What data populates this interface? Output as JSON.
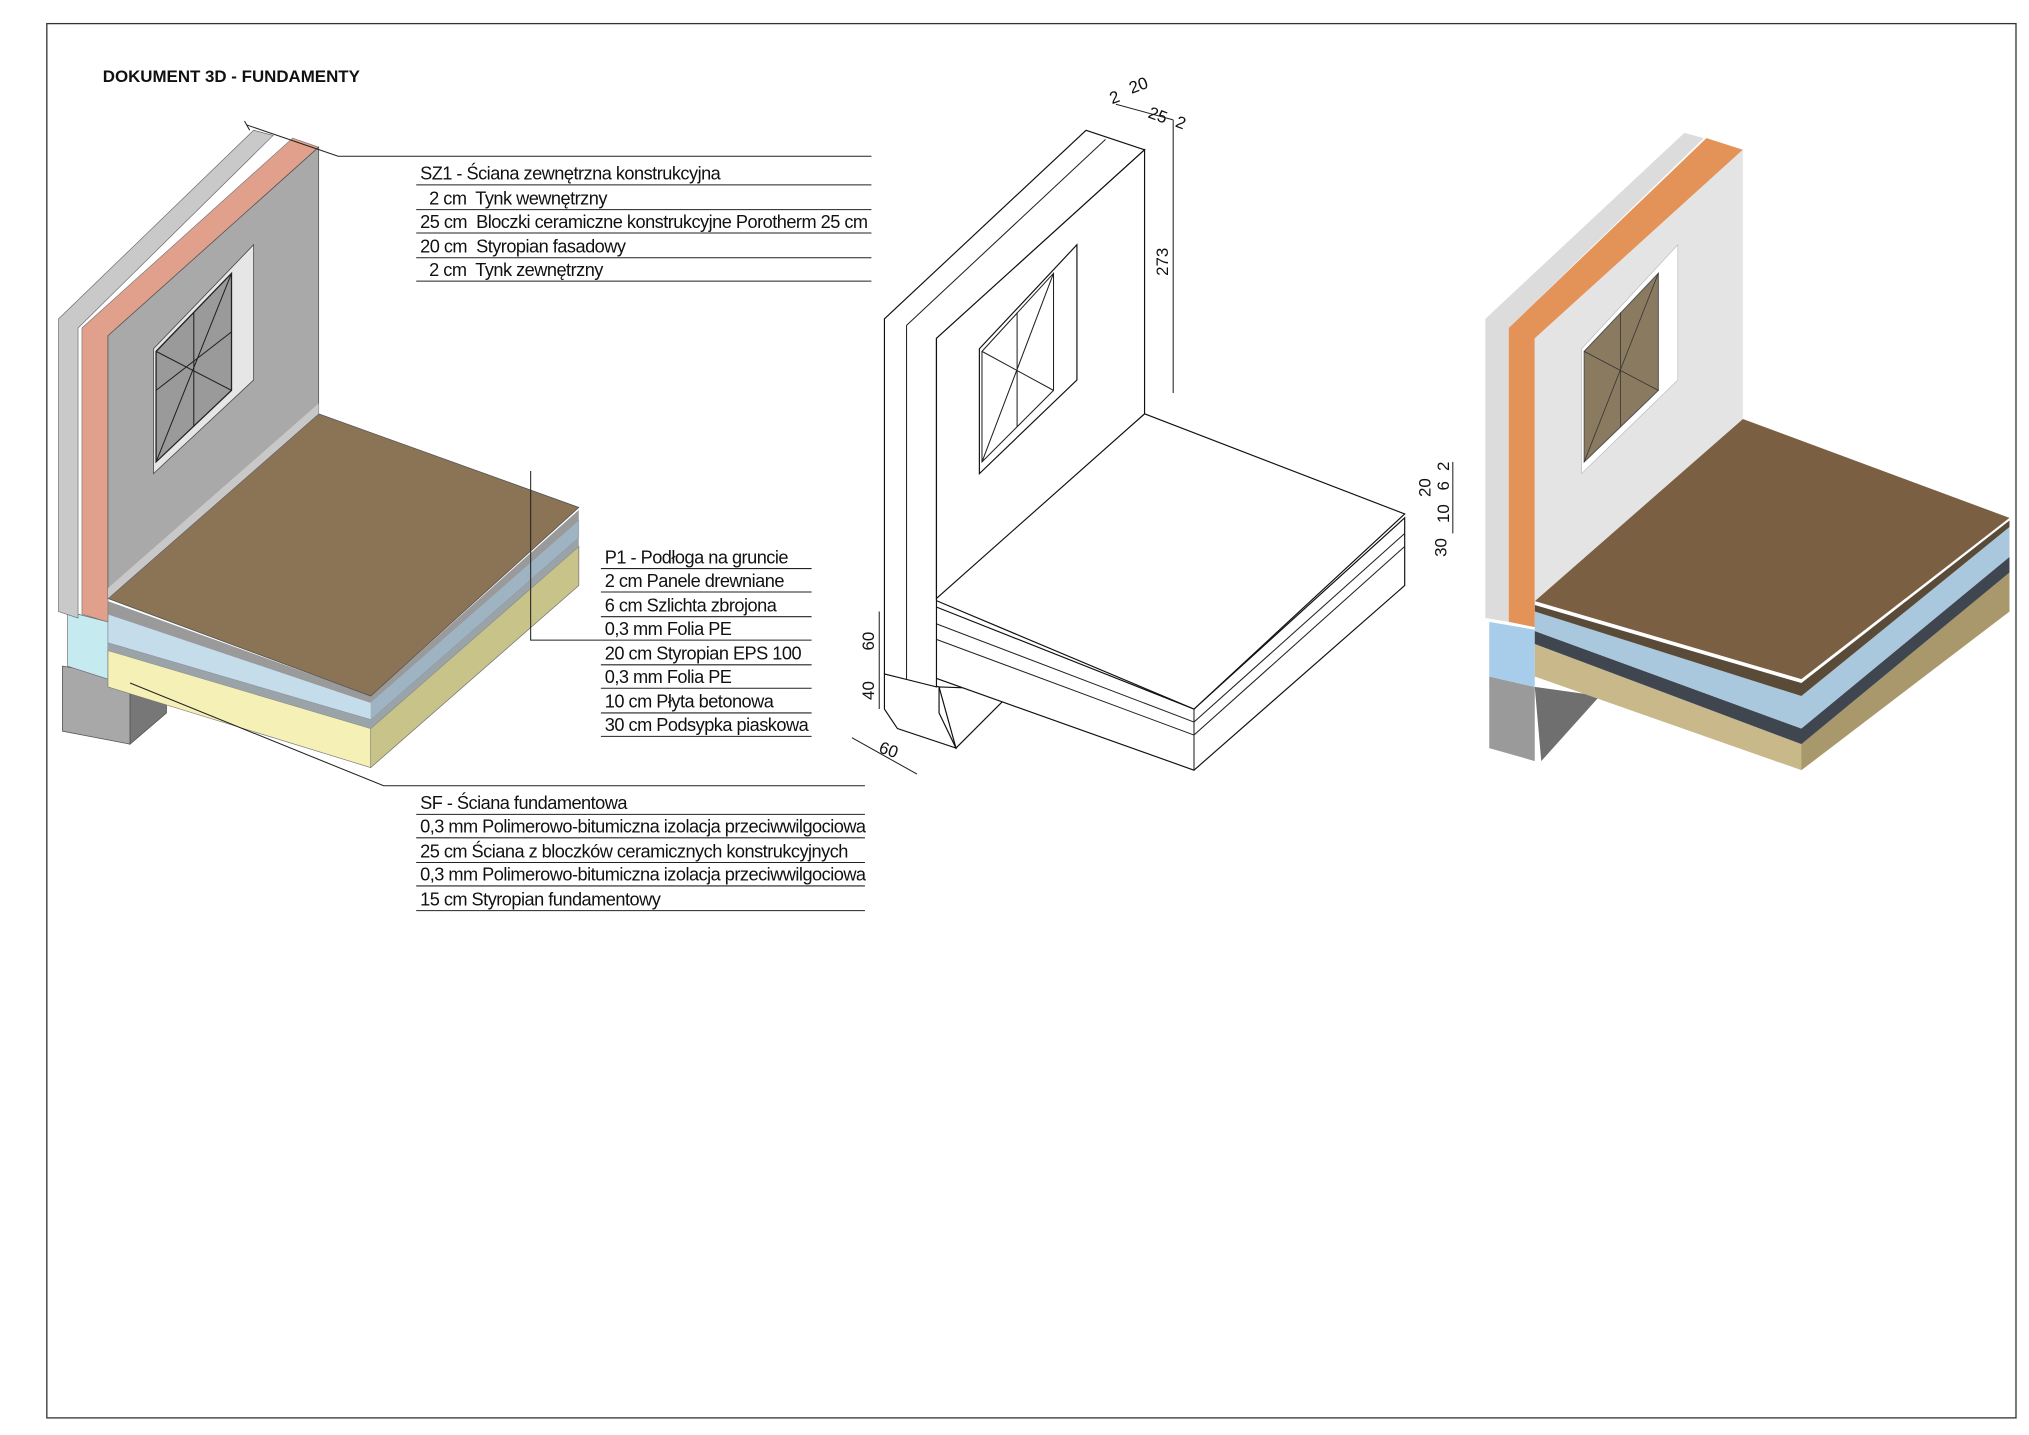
{
  "title": "DOKUMENT 3D - FUNDAMENTY",
  "sz1": {
    "heading": "SZ1 - Ściana zewnętrzna konstrukcyjna",
    "layers": [
      "  2 cm  Tynk wewnętrzny",
      "25 cm  Bloczki ceramiczne konstrukcyjne Porotherm 25 cm",
      "20 cm  Styropian fasadowy",
      "  2 cm  Tynk zewnętrzny"
    ]
  },
  "p1": {
    "heading": "P1 - Podłoga na gruncie",
    "layers": [
      "2 cm  Panele drewniane",
      "6 cm  Szlichta zbrojona",
      "0,3 mm  Folia PE",
      "20 cm  Styropian EPS 100",
      "0,3 mm  Folia PE",
      "10 cm  Płyta betonowa",
      "30 cm Podsypka piaskowa"
    ]
  },
  "sf": {
    "heading": "SF - Ściana fundamentowa",
    "layers": [
      "0,3 mm Polimerowo-bitumiczna izolacja przeciwwilgociowa",
      "25 cm Ściana z bloczków ceramicznych konstrukcyjnych",
      "0,3 mm Polimerowo-bitumiczna izolacja przeciwwilgociowa",
      "15 cm Styropian fundamentowy"
    ]
  },
  "dimensions": {
    "wall_top": [
      "2",
      "20",
      "25",
      "2"
    ],
    "wall_height": "273",
    "foundation_upper": "60",
    "foundation_lower": "40",
    "foundation_width": "60",
    "floor_layers": [
      "2",
      "6",
      "20",
      "10",
      "30"
    ]
  },
  "colors": {
    "plaster": "#c9c9c9",
    "brick": "#e0a08c",
    "wall_face": "#a9a9a9",
    "floor": "#8b7355",
    "eps": "#c5dceb",
    "sand": "#f5f0b5",
    "concrete": "#a0a0a0"
  }
}
